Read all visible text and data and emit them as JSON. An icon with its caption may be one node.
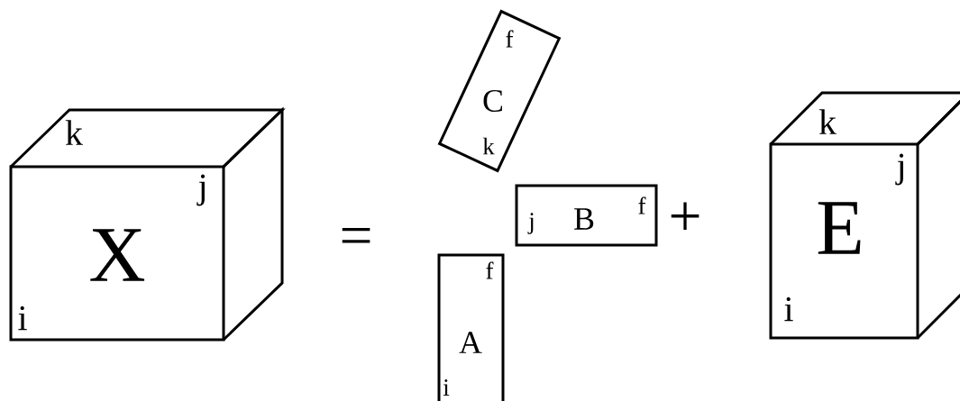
{
  "diagram": {
    "nodes": [
      {
        "text": [
          "k",
          "j",
          "X",
          "i"
        ]
      },
      {
        "text": [
          "f",
          "C",
          "k"
        ]
      },
      {
        "text": [
          "j",
          "B",
          "f"
        ]
      },
      {
        "text": [
          "f",
          "A",
          "i"
        ]
      },
      {
        "text": [
          "k",
          "j",
          "E",
          "i"
        ]
      }
    ],
    "labels": [
      "=",
      "+"
    ]
  }
}
